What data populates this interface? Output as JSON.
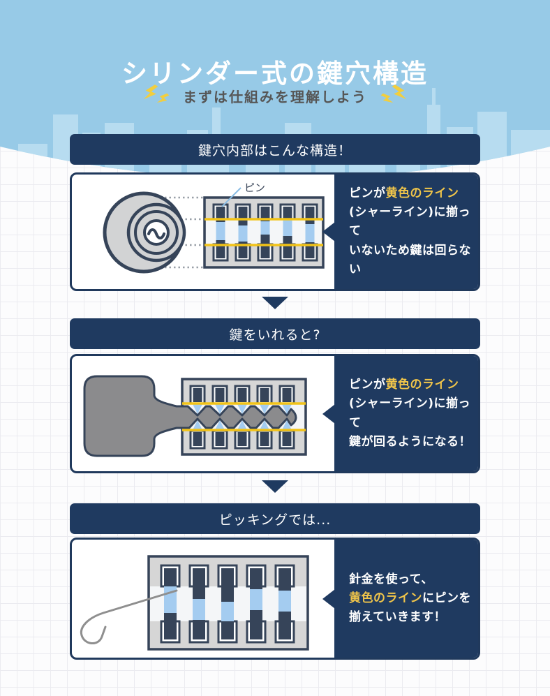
{
  "header": {
    "title": "シリンダー式の鍵穴構造",
    "subtitle": "まずは仕組みを理解しよう"
  },
  "colors": {
    "navy": "#1f3a60",
    "sky_blue": "#97cae7",
    "skyline_blue": "#b7dcf0",
    "bolt_yellow": "#f2ce3e",
    "highlight_yellow": "#f0c54a",
    "shear_line_yellow": "#f2c318",
    "pin_light_blue": "#a4ccf0",
    "diagram_stroke": "#364459",
    "housing_gray": "#d6d6d6",
    "key_gray": "#8b8b8d",
    "subtitle_gray": "#565656"
  },
  "sections": [
    {
      "header": "鍵穴内部はこんな構造！",
      "pin_label": "ピン",
      "caption": {
        "line1_white": "ピンが",
        "line1_yellow": "黄色のライン",
        "line2": "(シャーライン)に揃って",
        "line3": "いないため鍵は回らない"
      }
    },
    {
      "header": "鍵をいれると?",
      "caption": {
        "line1_white": "ピンが",
        "line1_yellow": "黄色のライン",
        "line2": "(シャーライン)に揃って",
        "line3": "鍵が回るようになる！"
      }
    },
    {
      "header": "ピッキングでは...",
      "caption": {
        "line1": "針金を使って、",
        "line2_yellow": "黄色のライン",
        "line2_white": "にピンを",
        "line3": "揃えていきます！"
      }
    }
  ]
}
